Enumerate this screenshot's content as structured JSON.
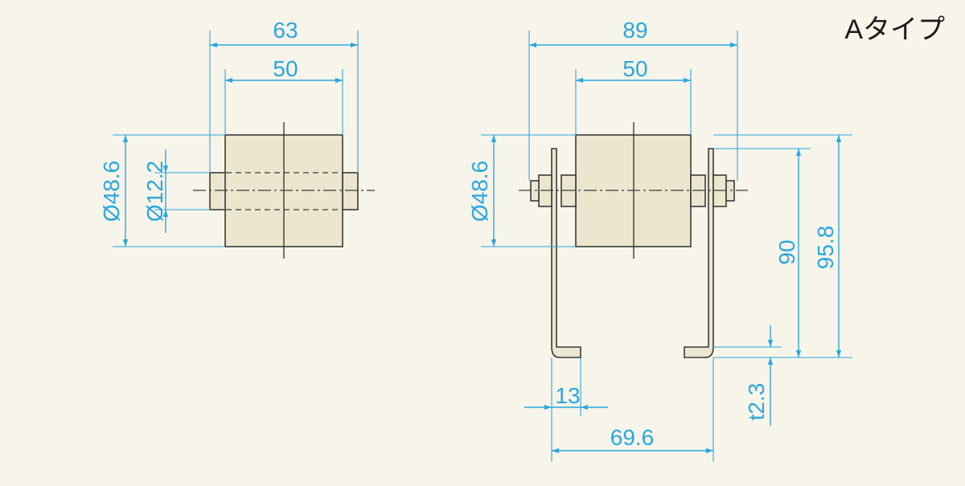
{
  "title": "Aタイプ",
  "colors": {
    "dimension": "#2aa7de",
    "outline": "#3a3a3a",
    "background": "#f7f4ea",
    "part_fill": "#ece6cf"
  },
  "side_view": {
    "overall_width": "63",
    "roller_width": "50",
    "roller_diameter": "Ø48.6",
    "shaft_diameter": "Ø12.2"
  },
  "front_view": {
    "overall_width": "89",
    "roller_width": "50",
    "roller_diameter": "Ø48.6",
    "axis_height": "90",
    "overall_height": "95.8",
    "foot_length": "13",
    "plate_thickness": "t2.3",
    "foot_span": "69.6"
  }
}
